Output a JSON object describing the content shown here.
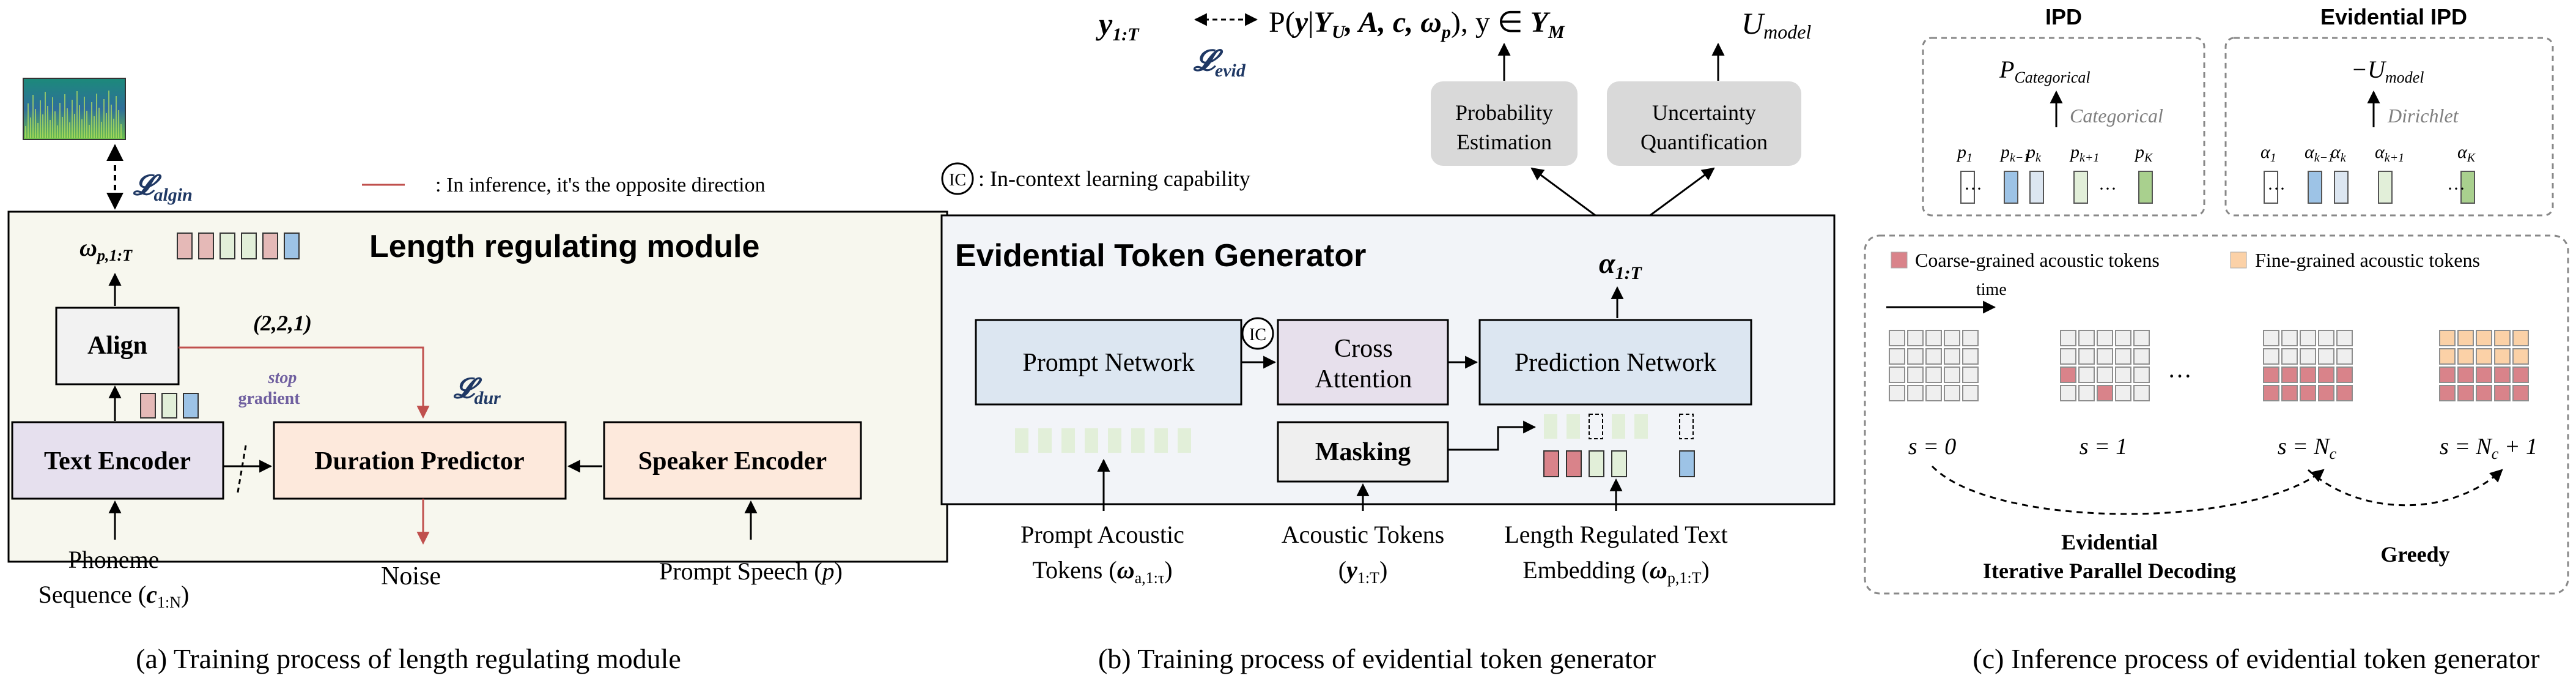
{
  "colors": {
    "panel_a_bg": "#f7f7ee",
    "panel_b_bg": "#f2f4f8",
    "panel_b_box": "#dce6f1",
    "cross_attention": "#e7e0ec",
    "masking": "#efefef",
    "text_encoder": "#e6e0ee",
    "orange_box": "#fde9dc",
    "grey_box": "#d9d9d9",
    "red_arrow": "#c0504d",
    "coarse_token": "#d9838a",
    "fine_token": "#fbd1a7",
    "pale_green": "#e2efd9",
    "blue": "#9dc3e6",
    "label_blue": "#1f3864",
    "stop_purple": "#7060a0"
  },
  "panel_a": {
    "caption": "(a) Training process of length regulating module",
    "title": "Length regulating module",
    "l_align": "𝓛",
    "l_align_sub": "algin",
    "legend_text": ": In inference, it's the opposite direction",
    "omega_label": "ω",
    "omega_sub": "p,1:T",
    "align": "Align",
    "dur_tuple": "(2,2,1)",
    "stop_gradient_1": "stop",
    "stop_gradient_2": "gradient",
    "l_dur": "𝓛",
    "l_dur_sub": "dur",
    "text_encoder": "Text Encoder",
    "duration_predictor": "Duration Predictor",
    "speaker_encoder": "Speaker Encoder",
    "phoneme_1": "Phoneme",
    "phoneme_2": "Sequence (",
    "phoneme_c": "c",
    "phoneme_sub": "1:N",
    "phoneme_end": ")",
    "noise": "Noise",
    "prompt_speech": "Prompt Speech (",
    "prompt_speech_p": "p",
    "prompt_speech_end": ")"
  },
  "panel_b": {
    "caption": "(b) Training process of evidential token generator",
    "y_label": "y",
    "y_sub": "1:T",
    "prob_expr_1": "P(",
    "prob_expr_y": "y",
    "prob_expr_bar": "|",
    "prob_expr_Y": "Y",
    "prob_expr_U": "U",
    "prob_expr_rest": ", A, c, ω",
    "prob_expr_p": "p",
    "prob_expr_close": ")",
    "prob_expr_in": ", y ∈ ",
    "prob_expr_YM": "Y",
    "prob_expr_M": "M",
    "u_model": "U",
    "u_model_sub": "model",
    "l_evid": "𝓛",
    "l_evid_sub": "evid",
    "prob_est_1": "Probability",
    "prob_est_2": "Estimation",
    "unc_1": "Uncertainty",
    "unc_2": "Quantification",
    "ic_symbol": "IC",
    "ic_text": ": In-context learning capability",
    "title": "Evidential Token Generator",
    "alpha": "α",
    "alpha_sub": "1:T",
    "prompt_network": "Prompt Network",
    "cross_1": "Cross",
    "cross_2": "Attention",
    "prediction_network": "Prediction Network",
    "masking": "Masking",
    "prompt_tokens_1": "Prompt Acoustic",
    "prompt_tokens_2": "Tokens (",
    "prompt_tokens_w": "ω",
    "prompt_tokens_sub": "a,1:τ",
    "prompt_tokens_end": ")",
    "acoustic_1": "Acoustic Tokens",
    "acoustic_2": "(",
    "acoustic_y": "y",
    "acoustic_sub": "1:T",
    "acoustic_end": ")",
    "lr_1": "Length Regulated Text",
    "lr_2": "Embedding (",
    "lr_w": "ω",
    "lr_sub": "p,1:T",
    "lr_end": ")"
  },
  "panel_c": {
    "caption": "(c) Inference process of evidential token generator",
    "ipd_title": "IPD",
    "eipd_title": "Evidential IPD",
    "p_cat": "P",
    "p_cat_sub": "Categorical",
    "categorical": "Categorical",
    "neg_u": "−U",
    "neg_u_sub": "model",
    "dirichlet": "Dirichlet",
    "p_labels": [
      "p",
      "p",
      "p",
      "p",
      "p"
    ],
    "p_subs": [
      "1",
      "k−1",
      "k",
      "k+1",
      "K"
    ],
    "alpha_labels": [
      "α",
      "α",
      "α",
      "α",
      "α"
    ],
    "alpha_subs": [
      "1",
      "k−1",
      "k",
      "k+1",
      "K"
    ],
    "ellipsis": "···",
    "legend_coarse": "Coarse-grained acoustic tokens",
    "legend_fine": "Fine-grained acoustic tokens",
    "time": "time",
    "s_labels": [
      "s = 0",
      "s = 1",
      "s = N",
      "s = N"
    ],
    "s_subs": [
      "",
      "",
      "c",
      "c"
    ],
    "s_tails": [
      "",
      "",
      "",
      " + 1"
    ],
    "grid_ellipsis": "···",
    "eipd_label_1": "Evidential",
    "eipd_label_2": "Iterative Parallel Decoding",
    "greedy": "Greedy"
  }
}
